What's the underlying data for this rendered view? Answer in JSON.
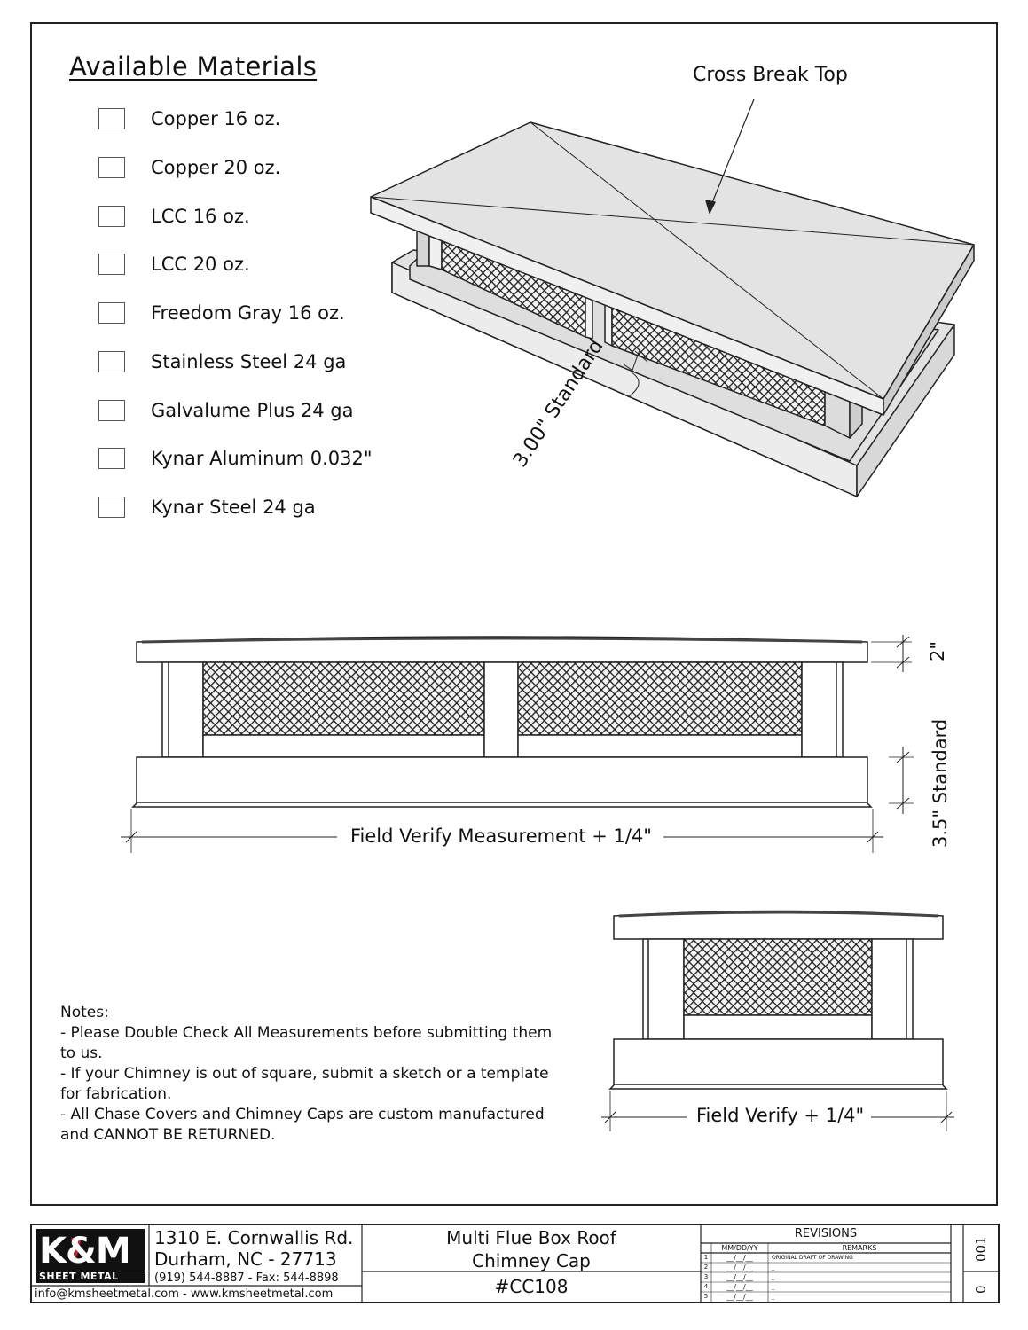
{
  "materials": {
    "title": "Available Materials",
    "items": [
      {
        "label": "Copper 16 oz."
      },
      {
        "label": "Copper 20 oz."
      },
      {
        "label": "LCC 16 oz."
      },
      {
        "label": "LCC 20 oz."
      },
      {
        "label": "Freedom Gray 16 oz."
      },
      {
        "label": "Stainless Steel 24 ga"
      },
      {
        "label": "Galvalume Plus 24 ga"
      },
      {
        "label": "Kynar Aluminum 0.032\""
      },
      {
        "label": "Kynar Steel 24 ga"
      }
    ]
  },
  "iso": {
    "top_label": "Cross Break Top",
    "standard_label": "3.00\" Standard"
  },
  "front_view": {
    "dim_top": "2\"",
    "dim_side": "3.5\" Standard",
    "dim_bottom": "Field Verify Measurement + 1/4\""
  },
  "side_view": {
    "dim_bottom": "Field Verify + 1/4\""
  },
  "notes": {
    "title": "Notes:",
    "lines": [
      " - Please Double Check All Measurements before submitting them to us.",
      " - If your Chimney is out of square, submit a sketch or a template for fabrication.",
      " - All Chase Covers and Chimney Caps are custom manufactured and CANNOT BE RETURNED."
    ]
  },
  "title_block": {
    "logo_text": "K&M",
    "logo_sub": "SHEET METAL",
    "address1": "1310 E. Cornwallis Rd.",
    "address2": "Durham, NC - 27713",
    "phone": "(919) 544-8887 - Fax: 544-8898",
    "web": "info@kmsheetmetal.com - www.kmsheetmetal.com",
    "product1": "Multi Flue Box Roof",
    "product2": "Chimney Cap",
    "part": "#CC108",
    "revisions_title": "REVISIONS",
    "col_date": "MM/DD/YY",
    "col_remarks": "REMARKS",
    "rows": [
      {
        "n": "1",
        "date": "__/__/__",
        "remark": "ORIGINAL DRAFT OF DRAWING"
      },
      {
        "n": "2",
        "date": "__/__/__",
        "remark": "_"
      },
      {
        "n": "3",
        "date": "__/__/__",
        "remark": "_"
      },
      {
        "n": "4",
        "date": "__/__/__",
        "remark": "_"
      },
      {
        "n": "5",
        "date": "__/__/__",
        "remark": "_"
      }
    ],
    "sheet_no": "001",
    "rev": "0"
  },
  "colors": {
    "line": "#222222",
    "fill_light": "#e6e6e6",
    "fill_mid": "#cfcfcf",
    "mesh": "#2a2a2a",
    "logo_red": "#c8202a"
  }
}
